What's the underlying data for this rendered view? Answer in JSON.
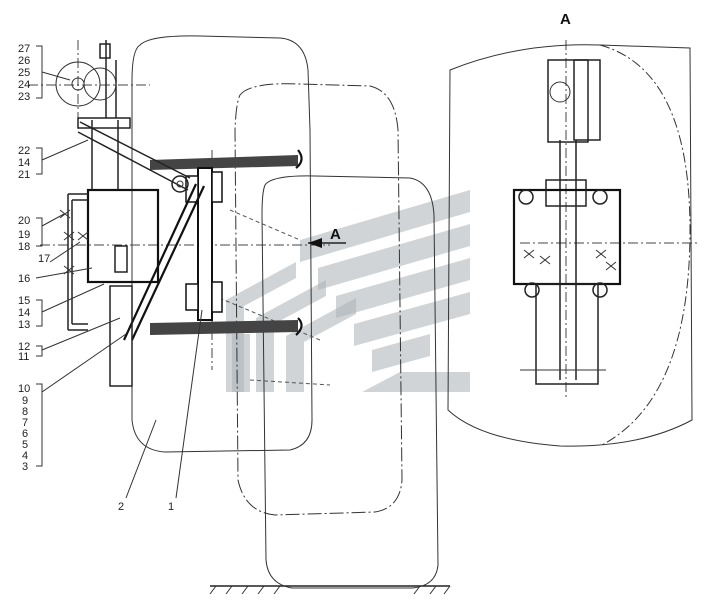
{
  "view_label": "A",
  "arrow_label": "A",
  "callouts": {
    "top_group": [
      "27",
      "26",
      "25",
      "24",
      "23"
    ],
    "n22_group": [
      "22",
      "14",
      "21"
    ],
    "n20_group": [
      "20",
      "19",
      "18"
    ],
    "n17": "17",
    "n16": "16",
    "n15_group": [
      "15",
      "14",
      "13"
    ],
    "n12_group": [
      "12",
      "11"
    ],
    "bottom_group": [
      "10",
      "9",
      "8",
      "7",
      "6",
      "5",
      "4",
      "3"
    ],
    "n2": "2",
    "n1": "1"
  }
}
